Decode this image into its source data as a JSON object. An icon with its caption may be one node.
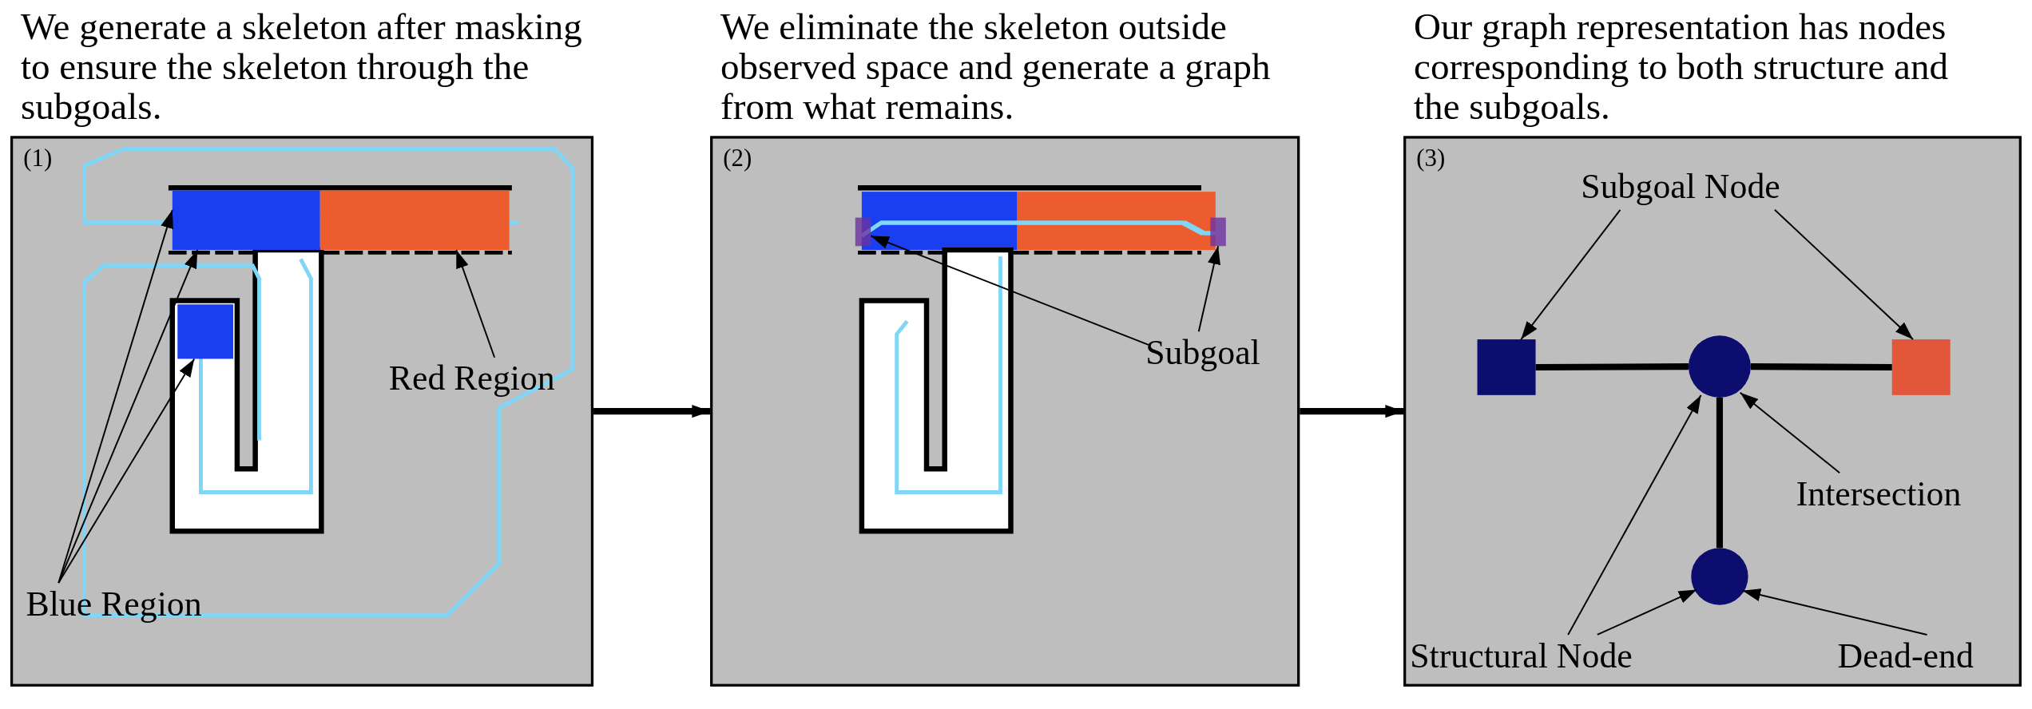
{
  "diagram": {
    "nodes": [
      {
        "text": [
          "We generate a skeleton after masking to ensure the skeleton through the subgoals.",
          "(1)"
        ]
      },
      {
        "text": [],
        "shape": "box",
        "in": 0
      },
      {
        "text": [],
        "shape": "box",
        "in": 0
      },
      {
        "text": [],
        "shape": "box",
        "in": 0
      },
      {
        "text": [
          "Red Region"
        ],
        "in": 0
      },
      {
        "text": [
          "Blue Region"
        ],
        "in": 0
      },
      {
        "text": [
          "We eliminate the skeleton outside observed space and generate a graph from what remains.",
          "(2)"
        ]
      },
      {
        "text": [],
        "shape": "box",
        "in": 6
      },
      {
        "text": [],
        "shape": "box",
        "in": 6
      },
      {
        "text": [
          "Subgoal"
        ],
        "in": 6
      },
      {
        "text": [
          "Our graph representation has nodes corresponding to both structure and the subgoals.",
          "(3)"
        ]
      },
      {
        "text": [
          "Subgoal Node"
        ],
        "in": 10
      },
      {
        "text": [],
        "shape": "box",
        "in": 10
      },
      {
        "text": [],
        "shape": "circle",
        "in": 10
      },
      {
        "text": [],
        "shape": "box",
        "in": 10
      },
      {
        "text": [
          "Intersection"
        ],
        "in": 10
      },
      {
        "text": [],
        "shape": "circle",
        "in": 10
      },
      {
        "text": [
          "Structural Node"
        ],
        "in": 10
      },
      {
        "text": [
          "Dead-end"
        ],
        "in": 10
      }
    ],
    "edges": [
      {
        "from": 0,
        "to": 6,
        "arrow": "to",
        "style": "thick"
      },
      {
        "from": 6,
        "to": 10,
        "arrow": "to",
        "style": "thick"
      },
      {
        "from": 5,
        "to": 1,
        "arrow": "to"
      },
      {
        "from": 5,
        "to": 1,
        "arrow": "to"
      },
      {
        "from": 5,
        "to": 3,
        "arrow": "to"
      },
      {
        "from": 4,
        "to": 2,
        "arrow": "to"
      },
      {
        "from": 9,
        "to": 7,
        "arrow": "to"
      },
      {
        "from": 9,
        "to": 8,
        "arrow": "to"
      },
      {
        "from": 11,
        "to": 12,
        "arrow": "to"
      },
      {
        "from": 11,
        "to": 14,
        "arrow": "to"
      },
      {
        "from": 12,
        "to": 13,
        "arrow": "none",
        "style": "thick"
      },
      {
        "from": 13,
        "to": 14,
        "arrow": "none",
        "style": "thick"
      },
      {
        "from": 13,
        "to": 16,
        "arrow": "none",
        "style": "thick"
      },
      {
        "from": 15,
        "to": 13,
        "arrow": "to"
      },
      {
        "from": 17,
        "to": 13,
        "arrow": "to"
      },
      {
        "from": 17,
        "to": 16,
        "arrow": "to"
      },
      {
        "from": 18,
        "to": 16,
        "arrow": "to"
      }
    ]
  }
}
